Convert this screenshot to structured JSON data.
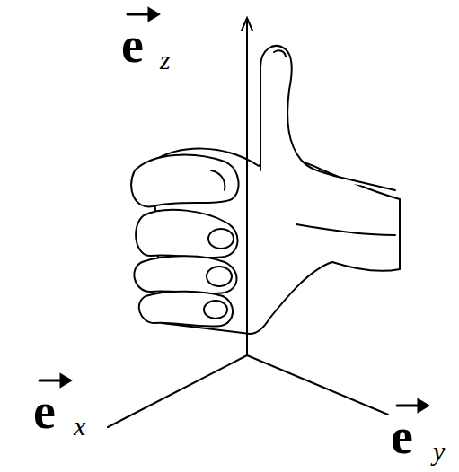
{
  "diagram": {
    "labels": [
      "e",
      "z",
      "e",
      "x",
      "e",
      "y"
    ]
  }
}
